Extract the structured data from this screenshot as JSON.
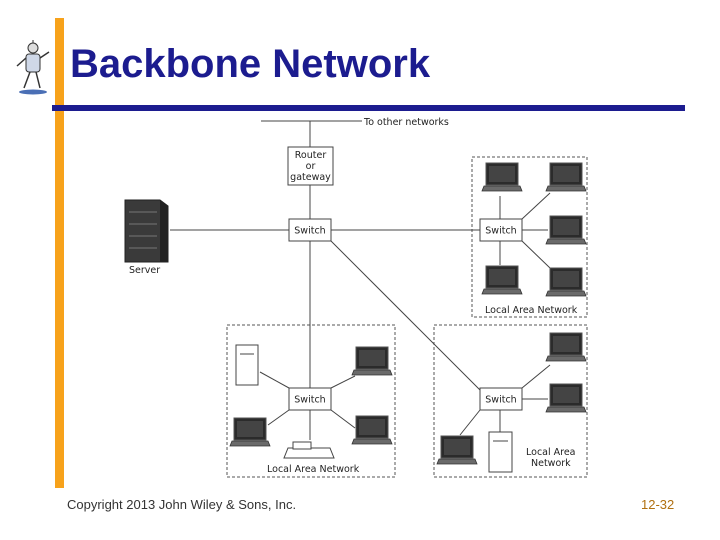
{
  "slide": {
    "title": "Backbone Network",
    "copyright": "Copyright 2013 John Wiley & Sons, Inc.",
    "page_number": "12-32"
  },
  "diagram": {
    "other_networks_label": "To other networks",
    "router_lines": [
      "Router",
      "or",
      "gateway"
    ],
    "switch_label": "Switch",
    "server_label": "Server",
    "lan_label": "Local Area Network",
    "lan_label_lines": [
      "Local Area",
      "Network"
    ]
  }
}
